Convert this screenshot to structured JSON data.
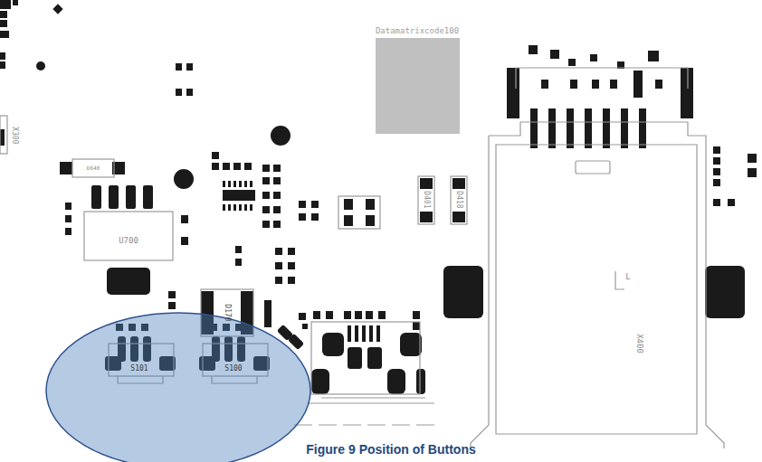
{
  "diagram": {
    "caption": "Figure 9 Position of Buttons",
    "labels": [
      "Datamatrixcode100",
      "X300",
      "D640",
      "U700",
      "D401",
      "D418",
      "X400",
      "L",
      "D170",
      "S101",
      "S100"
    ]
  }
}
